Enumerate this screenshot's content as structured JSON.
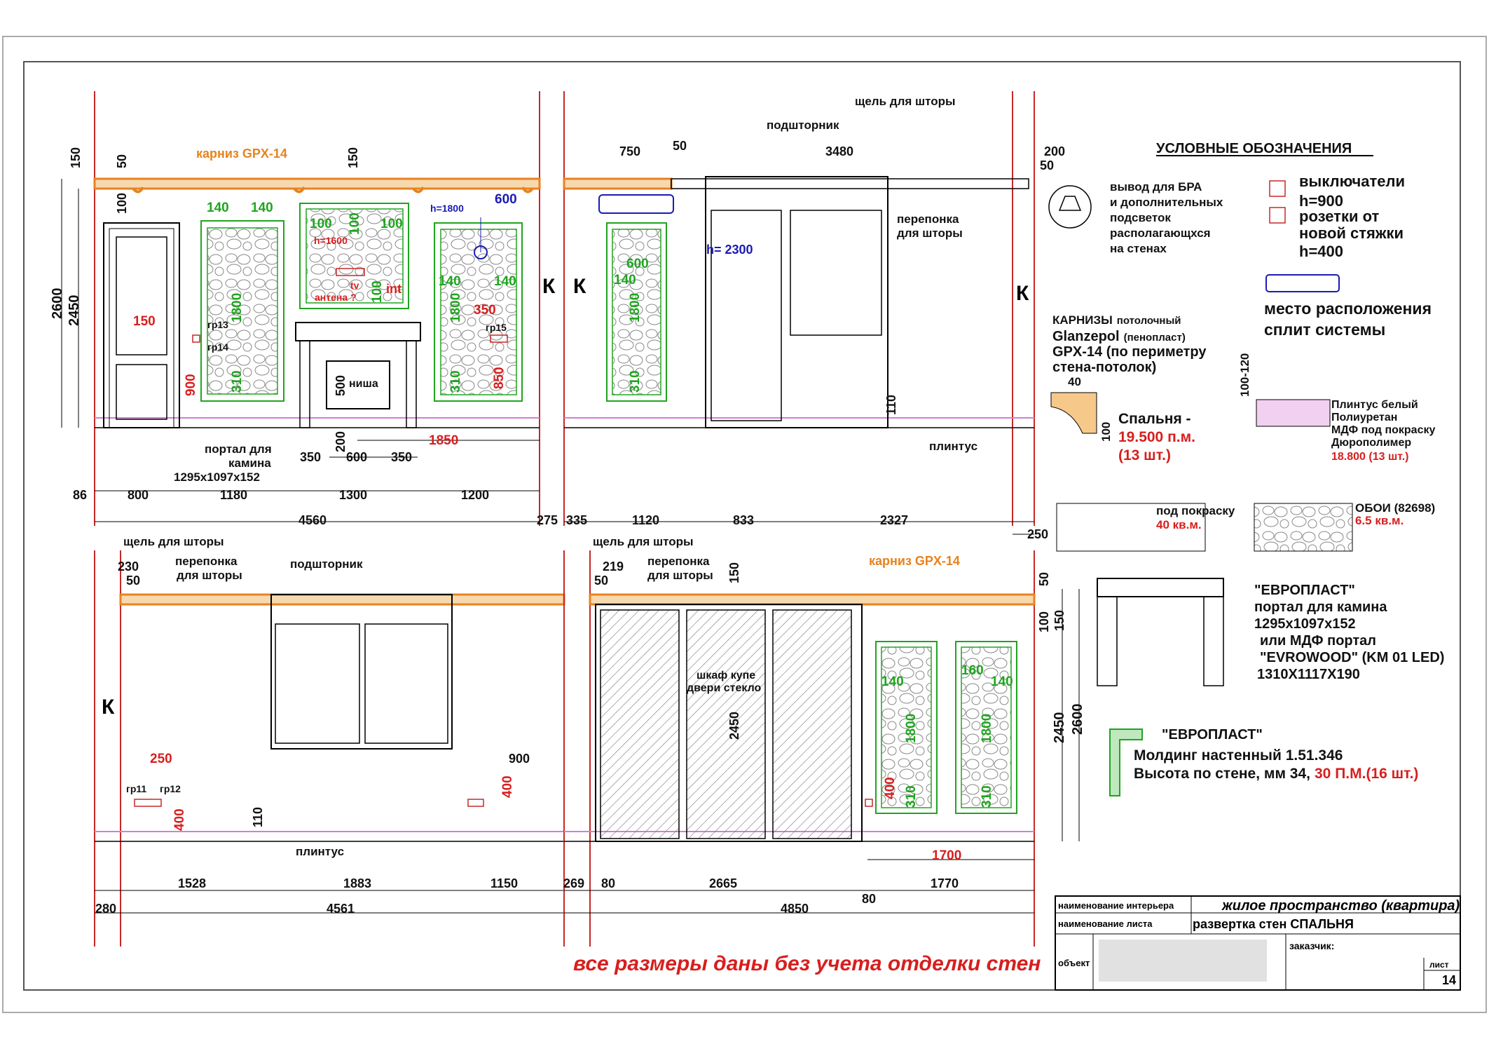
{
  "elevation1": {
    "cornice_label": "карниз GPX-14",
    "heights": [
      "150",
      "50",
      "100",
      "2600",
      "2450",
      "150"
    ],
    "mold_left_w": [
      "140",
      "140"
    ],
    "mold_center_w": [
      "100",
      "100",
      "100"
    ],
    "mold_right_w": [
      "140",
      "140"
    ],
    "mold_h": "1800",
    "mold_base": "310",
    "lamp": {
      "h": "h=1800",
      "w": "600"
    },
    "tv": {
      "h": "h=1600",
      "tv": "tv",
      "ant": "антена ?",
      "int": "int",
      "off": "100"
    },
    "switch": {
      "w": "150",
      "g13": "гр13",
      "g14": "гр14",
      "h": "900"
    },
    "outlet": {
      "w": "350",
      "g15": "гр15",
      "h": "850"
    },
    "niche": {
      "label": "ниша",
      "h": "500",
      "base": "200",
      "w": [
        "350",
        "600",
        "350"
      ],
      "total": "1850"
    },
    "portal_label": [
      "портал для",
      "камина",
      "1295x1097x152"
    ],
    "dims": [
      "86",
      "800",
      "1180",
      "1300",
      "1200"
    ],
    "total": "4560",
    "k": "К"
  },
  "elevation2": {
    "top": {
      "gap": "щель для шторы",
      "podsh": "подшторник",
      "w750": "750",
      "w50": "50",
      "w3480": "3480",
      "w200": "200",
      "w50b": "50"
    },
    "ac": {
      "h": "h= 2300"
    },
    "mold": {
      "w": "600",
      "side": "140",
      "h": "1800",
      "base": "310"
    },
    "partition": [
      "перепонка",
      "для шторы"
    ],
    "plinth": {
      "h": "110",
      "label": "плинтус"
    },
    "dims": [
      "275",
      "335",
      "1120",
      "833",
      "2327"
    ],
    "k": "К",
    "corner": "250"
  },
  "elevation3": {
    "gap": "щель для шторы",
    "part": [
      "перепонка",
      "для шторы"
    ],
    "podsh": "подшторник",
    "w230": "230",
    "w50": "50",
    "k": "К",
    "sw": {
      "w": "250",
      "g11": "гр11",
      "g12": "гр12",
      "h": "400"
    },
    "plinth": {
      "h": "110",
      "label": "плинтус"
    },
    "outlet": {
      "w": "900",
      "h": "400"
    },
    "dims": [
      "1528",
      "1883",
      "1150"
    ],
    "total": "4561",
    "left": "280"
  },
  "elevation4": {
    "gap": "щель для шторы",
    "part": [
      "перепонка",
      "для шторы"
    ],
    "w219": "219",
    "w50": "50",
    "h150": "150",
    "cornice": "карниз GPX-14",
    "wardrobe": [
      "шкаф купе",
      "двери стекло"
    ],
    "wardrobe_h": "2450",
    "mold": {
      "w1": "140",
      "w2": "160",
      "w3": "140",
      "h": "1800",
      "base": "310",
      "outlet": "400",
      "span": "1700"
    },
    "heights": [
      "50",
      "100",
      "150",
      "2450",
      "2600"
    ],
    "dims": [
      "269",
      "80",
      "2665",
      "1770",
      "80"
    ],
    "total": "4850"
  },
  "legend": {
    "title": "УСЛОВНЫЕ ОБОЗНАЧЕНИЯ",
    "bra": [
      "вывод для БРА",
      "и дополнительных",
      "подсветок",
      "располагающхся",
      "на стенах"
    ],
    "switches": [
      "выключатели",
      "h=900"
    ],
    "outlets": [
      "розетки от",
      "новой стяжки",
      "h=400"
    ],
    "split": [
      "место расположения",
      "сплит системы"
    ],
    "cornice": {
      "l1a": "КАРНИЗЫ",
      "l1b": "потолочный",
      "l2a": "Glanzepol",
      "l2b": "(пенопласт)",
      "l3": "GPX-14  (по периметру",
      "l4": "стена-потолок)",
      "w": "40",
      "h": "100",
      "room": "Спальня -",
      "qty1": "19.500 п.м.",
      "qty2": "(13 шт.)"
    },
    "plinth": {
      "h": "100-120",
      "lines": [
        "Плинтус белый",
        "Полиуретан",
        "МДФ под покраску",
        "Дюрополимер"
      ],
      "qty": "18.800 (13 шт.)"
    },
    "paint": {
      "label": "под покраску",
      "qty": "40 кв.м."
    },
    "wallpaper": {
      "label": "ОБОИ (82698)",
      "qty": "6.5 кв.м."
    },
    "portal": [
      "\"ЕВРОПЛАСТ\"",
      "портал для камина",
      "1295x1097x152",
      "или МДФ портал",
      "\"EVROWOOD\" (KM 01 LED)",
      "1310X1117X190"
    ],
    "molding": {
      "brand": "\"ЕВРОПЛАСТ\"",
      "l1": "Молдинг настенный 1.51.346",
      "l2a": "Высота по стене, мм 34,",
      "l2b": "30 П.М.(16 шт.)"
    }
  },
  "note": "все размеры даны без учета  отделки стен",
  "title_block": {
    "interior_lbl": "наименование интерьера",
    "interior": "жилое пространство (квартира)",
    "sheet_lbl": "наименование листа",
    "sheet": "развертка стен СПАЛЬНЯ",
    "object_lbl": "объект",
    "client_lbl": "заказчик:",
    "list_lbl": "лист",
    "list_no": "14"
  },
  "colors": {
    "red": "#d81e1e",
    "green": "#1fa51f",
    "blue": "#1b1bb4",
    "orange": "#e8821e",
    "pink": "#d27fd2"
  }
}
